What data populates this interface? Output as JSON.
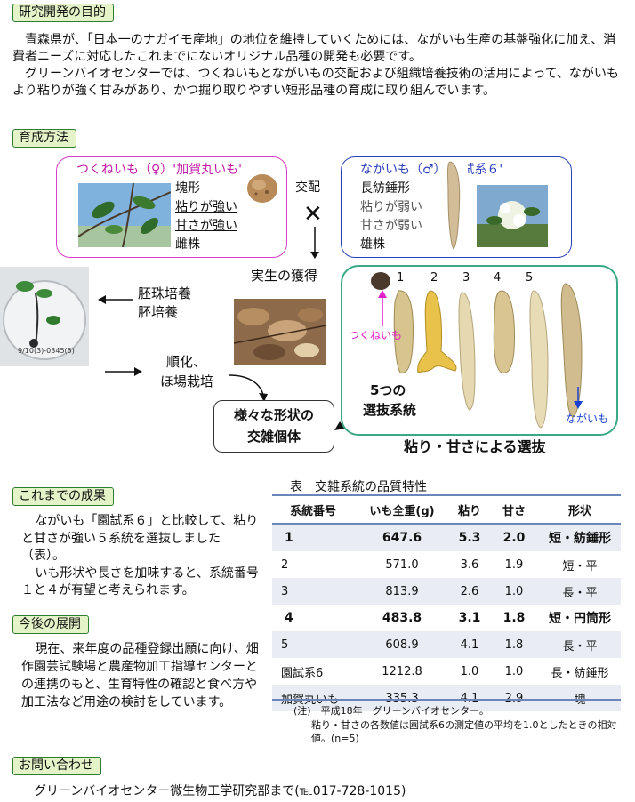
{
  "sections": {
    "purpose": {
      "label": "研究開発の目的",
      "p1": "青森県が、「日本一のナガイモ産地」の地位を維持していくためには、ながいも生産の基盤強化に加え、消費者ニーズに対応したこれまでにないオリジナル品種の開発も必要です。",
      "p2": "グリーンバイオセンターでは、つくねいもとながいもの交配および組織培養技術の活用によって、ながいもより粘りが強く甘みがあり、かつ掘り取りやすい短形品種の育成に取り組んでいます。"
    },
    "method": {
      "label": "育成方法",
      "female": {
        "title": "つくねいも（♀）'加賀丸いも'",
        "traits": [
          "塊形",
          "粘りが強い",
          "甘さが強い",
          "雌株"
        ]
      },
      "male": {
        "title": "ながいも（♂）'園試系６'",
        "traits": [
          "長紡錘形",
          "粘りが弱い",
          "甘さが弱い",
          "雄株"
        ]
      },
      "cross": "交配",
      "cross_mark": "✕",
      "seedling": "実生の獲得",
      "culture": [
        "胚珠培養",
        "胚培養"
      ],
      "acclim": [
        "順化、",
        "ほ場栽培"
      ],
      "hybrid": [
        "様々な形状の",
        "交雑個体"
      ],
      "numbers": [
        "1",
        "2",
        "3",
        "4",
        "5"
      ],
      "tsukune_label": "つくねいも",
      "nagaimo_label": "ながいも",
      "lines_label": [
        "5つの",
        "選抜系統"
      ],
      "selection": "粘り・甘さによる選抜",
      "dish_text": "9/10(3)-0345(5)"
    },
    "results": {
      "label": "これまでの成果",
      "p1": "ながいも「園試系６」と比較して、粘りと甘さが強い５系統を選抜しました（表）。",
      "p2": "いも形状や長さを加味すると、系統番号１と４が有望と考えられます。"
    },
    "future": {
      "label": "今後の展開",
      "p1": "現在、来年度の品種登録出願に向け、畑作園芸試験場と農産物加工指導センターとの連携のもと、生育特性の確認と食べ方や加工法など用途の検討をしています。"
    },
    "contact": {
      "label": "お問い合わせ",
      "text": "グリーンバイオセンター微生物工学研究部まで(℡017-728-1015)"
    }
  },
  "table": {
    "caption": "表　交雑系統の品質特性",
    "headers": [
      "系統番号",
      "いも全重(g)",
      "粘り",
      "甘さ",
      "形状"
    ],
    "rows": [
      {
        "id": "1",
        "weight": "647.6",
        "stick": "5.3",
        "sweet": "2.0",
        "shape": "短・紡錘形",
        "bold": true
      },
      {
        "id": "2",
        "weight": "571.0",
        "stick": "3.6",
        "sweet": "1.9",
        "shape": "短・平",
        "bold": false
      },
      {
        "id": "3",
        "weight": "813.9",
        "stick": "2.6",
        "sweet": "1.0",
        "shape": "長・平",
        "bold": false
      },
      {
        "id": "4",
        "weight": "483.8",
        "stick": "3.1",
        "sweet": "1.8",
        "shape": "短・円筒形",
        "bold": true
      },
      {
        "id": "5",
        "weight": "608.9",
        "stick": "4.1",
        "sweet": "1.8",
        "shape": "長・平",
        "bold": false
      },
      {
        "id": "園試系6",
        "weight": "1212.8",
        "stick": "1.0",
        "sweet": "1.0",
        "shape": "長・紡錘形",
        "bold": false
      },
      {
        "id": "加賀丸いも",
        "weight": "335.3",
        "stick": "4.1",
        "sweet": "2.9",
        "shape": "塊",
        "bold": false
      }
    ],
    "note1": "(注)　平成18年　グリーンバイオセンター。",
    "note2": "粘り・甘さの各数値は園試系6の測定値の平均を1.0としたときの相対値。(n=5)"
  },
  "colors": {
    "label_fill": "#e4f4c8",
    "label_border": "#2e7d32",
    "female_border": "#d63fc8",
    "female_title": "#c21aa8",
    "male_border": "#2b3fb8",
    "male_title": "#2b3fb8",
    "lines_border": "#3aa886",
    "table_rule": "#6b86b8",
    "table_shade": "#e9edf3"
  }
}
